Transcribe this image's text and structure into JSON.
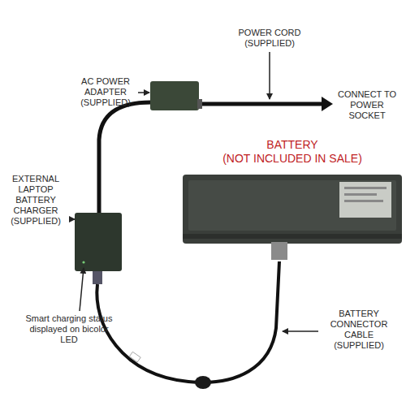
{
  "diagram": {
    "labels": [
      "POWER CORD (SUPPLIED)",
      "AC POWER ADAPTER (SUPPLIED)",
      "CONNECT TO POWER SOCKET",
      "BATTERY",
      "(NOT INCLUDED IN SALE)",
      "EXTERNAL LAPTOP BATTERY CHARGER (SUPPLIED)",
      "BATTERY CONNECTOR CABLE (SUPPLIED)",
      "Smart charging status displayed on bicolor LED"
    ]
  }
}
